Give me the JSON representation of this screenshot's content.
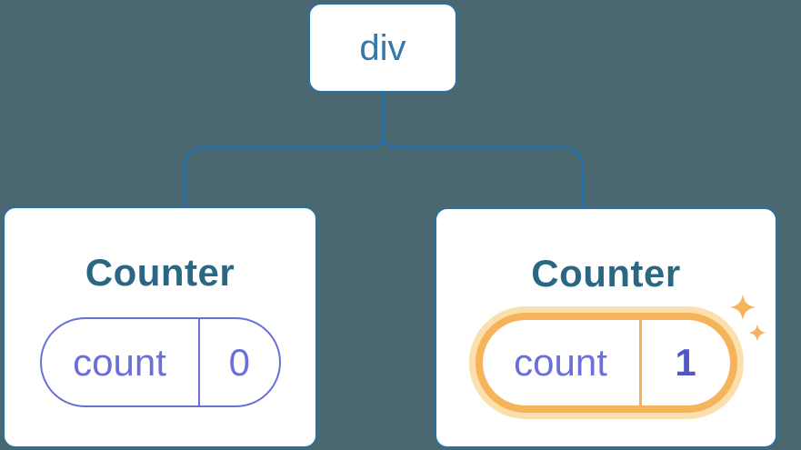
{
  "diagram": {
    "root": {
      "label": "div"
    },
    "counters": [
      {
        "title": "Counter",
        "state_key": "count",
        "state_value": "0",
        "highlighted": false
      },
      {
        "title": "Counter",
        "state_key": "count",
        "state_value": "1",
        "highlighted": true
      }
    ]
  },
  "icons": {
    "sparkles": "sparkles-icon",
    "connector": "tree-connector"
  },
  "colors": {
    "background": "#4B6770",
    "card_background": "#FFFFFF",
    "connector_blue": "#2B70A2",
    "root_label_blue": "#3477A8",
    "counter_title_teal": "#2A6782",
    "state_purple": "#6A6FD9",
    "value_indigo": "#5156C8",
    "highlight_orange": "#F5B45A",
    "highlight_glow": "#FBDFAD"
  }
}
